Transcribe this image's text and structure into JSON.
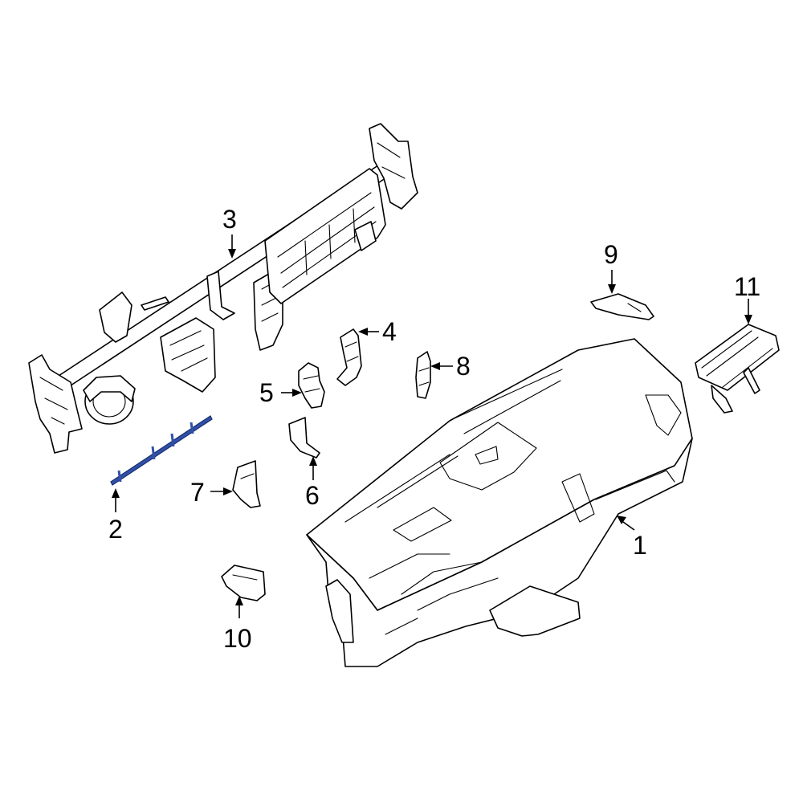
{
  "diagram": {
    "highlight_color": "#3050a8",
    "outline_color": "#000000",
    "background": "#ffffff",
    "highlighted_part": "2",
    "callouts": {
      "c1": "1",
      "c2": "2",
      "c3": "3",
      "c4": "4",
      "c5": "5",
      "c6": "6",
      "c7": "7",
      "c8": "8",
      "c9": "9",
      "c10": "10",
      "c11": "11"
    }
  }
}
